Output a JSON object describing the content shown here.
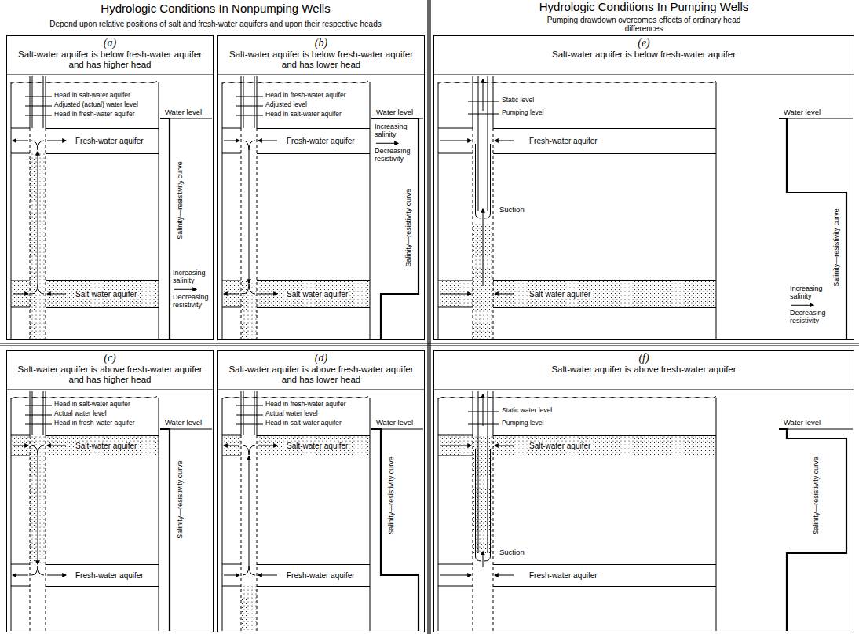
{
  "diagram": {
    "title": "Hydrologic Conditions In Nonpumping Wells",
    "nodes": [
      {
        "text": [
          "(a)",
          "Salt-water aquifer is below fresh-water aquifer and has higher head"
        ]
      },
      {
        "text": [
          "Fresh-water aquifer"
        ],
        "in": 0
      },
      {
        "text": [
          "Salt-water aquifer"
        ],
        "in": 0
      },
      {
        "text": [
          "(b)",
          "Salt-water aquifer is below fresh-water aquifer and has lower head"
        ]
      },
      {
        "text": [
          "Fresh-water aquifer"
        ],
        "in": 3
      },
      {
        "text": [
          "Salt-water aquifer"
        ],
        "in": 3
      },
      {
        "text": [
          "(e)",
          "Salt-water aquifer is below fresh-water aquifer"
        ]
      },
      {
        "text": [
          "Fresh-water aquifer"
        ],
        "in": 6
      },
      {
        "text": [
          "Salt-water aquifer"
        ],
        "in": 6
      },
      {
        "text": [
          "(c)",
          "Salt-water aquifer is above fresh-water aquifer and has higher head"
        ]
      },
      {
        "text": [
          "Salt-water aquifer"
        ],
        "in": 9
      },
      {
        "text": [
          "Fresh-water aquifer"
        ],
        "in": 9
      },
      {
        "text": [
          "(d)",
          "Salt-water aquifer is above fresh-water aquifer and has lower head"
        ]
      },
      {
        "text": [
          "Salt-water aquifer"
        ],
        "in": 12
      },
      {
        "text": [
          "Fresh-water aquifer"
        ],
        "in": 12
      },
      {
        "text": [
          "(f)",
          "Salt-water aquifer is above fresh-water aquifer"
        ]
      },
      {
        "text": [
          "Salt-water aquifer"
        ],
        "in": 15
      },
      {
        "text": [
          "Fresh-water aquifer"
        ],
        "in": 15
      }
    ],
    "labels": [
      "Hydrologic Conditions In Pumping Wells",
      "Depend upon relative positions of salt and fresh-water aquifers and upon their respective heads",
      "Pumping drawdown overcomes effects of ordinary head differences",
      "Head in salt-water aquifer",
      "Adjusted (actual) water level",
      "Head in fresh-water aquifer",
      "Water level",
      "Salinity—resistivity curve",
      "Increasing salinity",
      "Decreasing resistivity",
      "Head in fresh-water aquifer",
      "Adjusted level",
      "Head in salt-water aquifer",
      "Water level",
      "Increasing salinity",
      "Decreasing resistivity",
      "Salinity—resistivity curve",
      "Static level",
      "Pumping level",
      "Water level",
      "Suction",
      "Increasing salinity",
      "Decreasing resistivity",
      "Salinity—resistivity curve",
      "Head in salt-water aquifer",
      "Actual water level",
      "Head in fresh-water aquifer",
      "Water level",
      "Salinity—resistivity curve",
      "Head in fresh-water aquifer",
      "Actual water level",
      "Head in salt-water aquifer",
      "Water level",
      "Salinity—resistivity curve",
      "Static water level",
      "Pumping level",
      "Water level",
      "Suction",
      "Salinity—resistivity curve"
    ]
  }
}
